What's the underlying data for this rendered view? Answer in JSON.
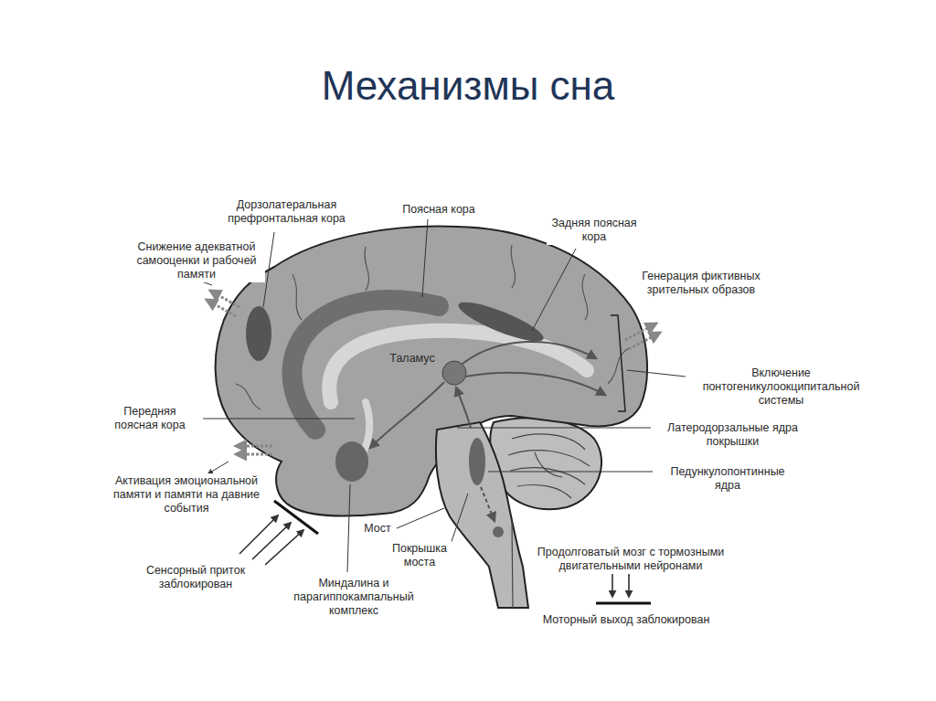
{
  "diagram": {
    "title": "Механизмы сна",
    "labels": [
      "Дорзолатеральная префронтальная кора",
      "Поясная кора",
      "Задняя поясная кора",
      "Снижение адекватной самооценки и рабочей памяти",
      "Генерация фиктивных зрительных образов",
      "Таламус",
      "Включение понтогеникулоокципитальной системы",
      "Передняя поясная кора",
      "Латеродорзальные ядра покрышки",
      "Педункулопонтинные ядра",
      "Активация эмоциональной памяти и памяти на давние события",
      "Мост",
      "Покрышка моста",
      "Продолговатый мозг с тормозными двигательными нейронами",
      "Сенсорный приток заблокирован",
      "Миндалина и парагиппокампальный комплекс",
      "Моторный выход заблокирован"
    ]
  }
}
